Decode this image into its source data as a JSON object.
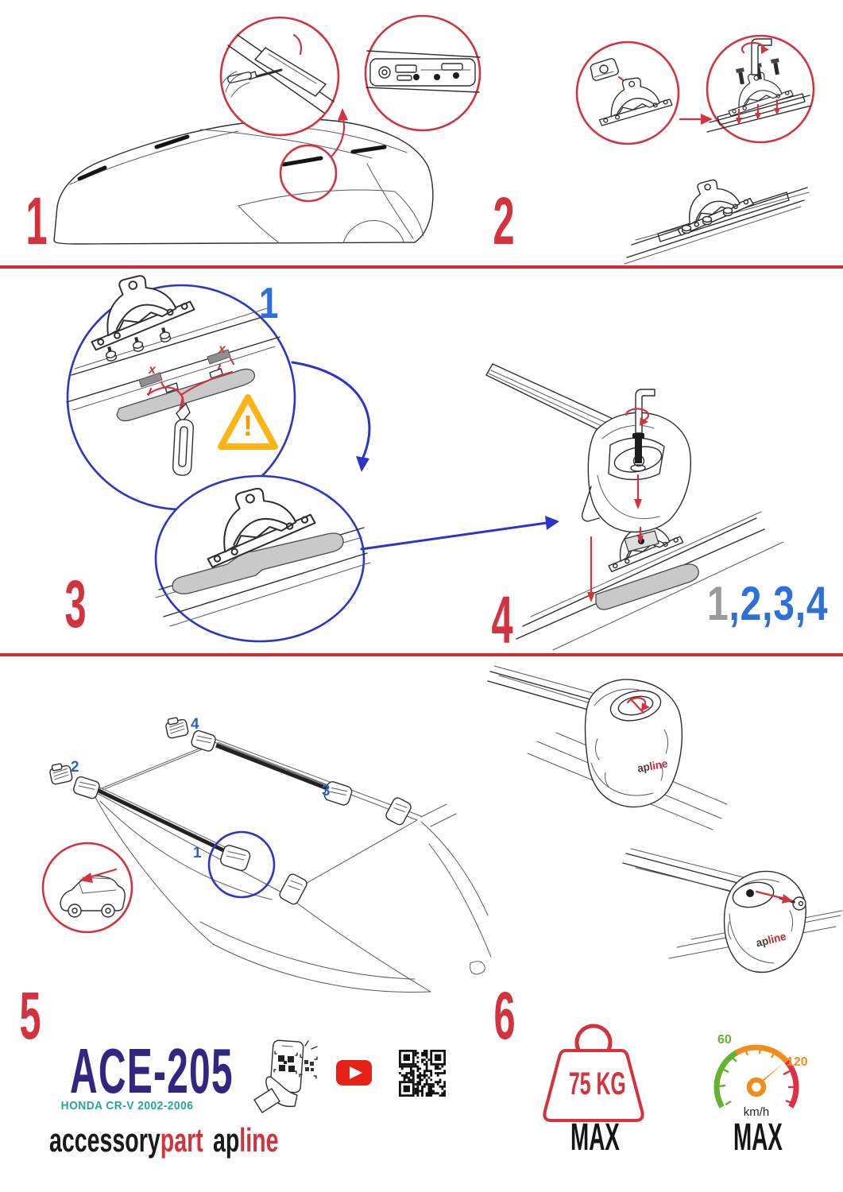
{
  "steps": {
    "n1": "1",
    "n2": "2",
    "n3": "3",
    "n4": "4",
    "n5": "5",
    "n6": "6"
  },
  "callouts": {
    "cut_step_label": "1",
    "sequence_gray": "1",
    "sequence_blue": ",2,3,4",
    "pos1": "1",
    "pos2": "2",
    "pos3": "3",
    "pos4": "4",
    "cut_mark1": "x",
    "cut_mark2": "x",
    "warning_mark": "!"
  },
  "branding": {
    "model": "ACE-205",
    "vehicle": "HONDA CR-V 2002-2006",
    "maker_part1": "accessory",
    "maker_part2": "part",
    "brand_part1": "ap",
    "brand_part2": "line"
  },
  "badges": {
    "max_load": "75 KG",
    "max_load_label": "MAX",
    "speed_low": "60",
    "speed_high": "120",
    "speed_unit": "km/h",
    "speed_label": "MAX"
  },
  "icons": {
    "screwdriver": "screwdriver",
    "allen_key": "allen-key",
    "utility_knife": "utility-knife",
    "warning": "warning-triangle",
    "travel_direction": "car-direction-arrow",
    "lock_rotate": "rotate-lock",
    "key": "key",
    "phone_scan": "phone-qr-scan",
    "youtube": "youtube-play",
    "qr": "qr-code",
    "weight": "weight-max",
    "speedometer": "speedometer"
  },
  "colors": {
    "accent_red": "#d2333e",
    "separator_red": "#cf2b38",
    "circle_blue": "#2b35c8",
    "label_blue": "#2e6fd8",
    "sequence_gray": "#9a9a9a",
    "navy": "#312783",
    "teal": "#26a69a",
    "warning_yellow": "#fdb515",
    "gauge_green": "#62b32e",
    "gauge_orange": "#ef8e1b",
    "gauge_red": "#e02e44",
    "youtube_red": "#e62117"
  }
}
